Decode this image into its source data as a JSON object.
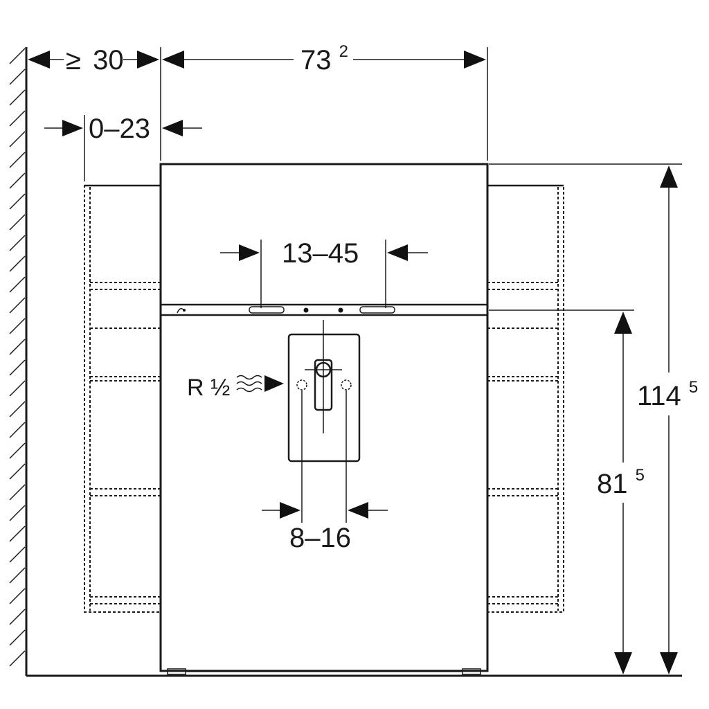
{
  "dimensions": {
    "wall_clearance": {
      "prefix": "≥",
      "value": "30"
    },
    "width": {
      "base": "73",
      "sup": "2"
    },
    "shelf_offset": "0–23",
    "fixing_spacing": "13–45",
    "connection_spacing": "8–16",
    "height_total": {
      "base": "114",
      "sup": "5"
    },
    "height_lower": {
      "base": "81",
      "sup": "5"
    }
  },
  "labels": {
    "pipe_thread": "R",
    "pipe_fraction": "½"
  },
  "colors": {
    "line": "#1a1a1a",
    "background": "#ffffff"
  }
}
